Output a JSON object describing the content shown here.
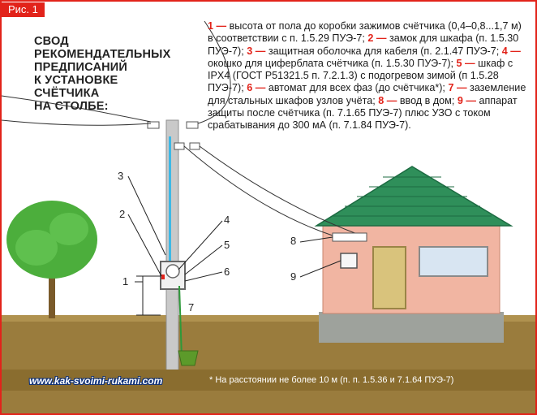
{
  "figure_label": "Рис. 1",
  "title_lines": [
    "СВОД",
    "РЕКОМЕНДАТЕЛЬНЫХ",
    "ПРЕДПИСАНИЙ",
    "К УСТАНОВКЕ",
    "СЧЁТЧИКА",
    "НА СТОЛБЕ:"
  ],
  "legend": [
    {
      "num": "1",
      "text": "высота от пола до коробки зажимов счётчика (0,4–0,8...1,7 м) в соответствии с п. 1.5.29 ПУЭ-7;"
    },
    {
      "num": "2",
      "text": "замок для шкафа (п. 1.5.30 ПУЭ-7);"
    },
    {
      "num": "3",
      "text": "защитная оболочка для кабеля (п. 2.1.47 ПУЭ-7;"
    },
    {
      "num": "4",
      "text": "окошко для циферблата счётчика (п. 1.5.30 ПУЭ-7);"
    },
    {
      "num": "5",
      "text": "шкаф с IPX4 (ГОСТ Р51321.5 п. 7.2.1.3) с подогревом зимой (п 1.5.28 ПУЭ-7);"
    },
    {
      "num": "6",
      "text": "автомат для всех фаз (до счётчика*);"
    },
    {
      "num": "7",
      "text": "заземление для стальных шкафов узлов учёта;"
    },
    {
      "num": "8",
      "text": "ввод в дом;"
    },
    {
      "num": "9",
      "text": "аппарат защиты после счётчика (п. 7.1.65 ПУЭ-7) плюс УЗО с током срабатывания до 300 мА (п. 7.1.84 ПУЭ-7)."
    }
  ],
  "dash": "—",
  "callouts": {
    "c1": "1",
    "c2": "2",
    "c3": "3",
    "c4": "4",
    "c5": "5",
    "c6": "6",
    "c7": "7",
    "c8": "8",
    "c9": "9"
  },
  "footnote": "* На расстоянии не более 10 м (п. п. 1.5.36 и 7.1.64 ПУЭ-7)",
  "website": "www.kak-svoimi-rukami.com",
  "colors": {
    "accent": "#e2231a",
    "frame": "#e2231a",
    "roof": "#2f8f5a",
    "wall": "#f1b5a2",
    "ground": "#9a7c3d",
    "sky": "#ffffff",
    "tree": "#4cae3c",
    "box": "#f1f1f1"
  }
}
